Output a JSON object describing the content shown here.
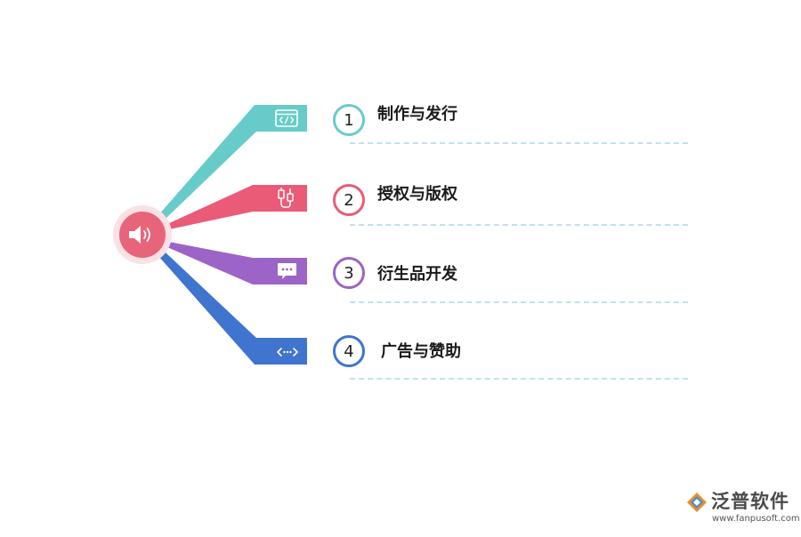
{
  "center": {
    "icon": "speaker-icon",
    "color": "#e8647a",
    "halo": "#fbe1e4"
  },
  "items": [
    {
      "number": "1",
      "label": "制作与发行",
      "color": "#67ccc9",
      "icon": "code-window-icon"
    },
    {
      "number": "2",
      "label": "授权与版权",
      "color": "#e95b77",
      "icon": "cable-connector-icon"
    },
    {
      "number": "3",
      "label": "衍生品开发",
      "color": "#9b64c6",
      "icon": "chat-bubble-icon"
    },
    {
      "number": "4",
      "label": "广告与赞助",
      "color": "#3f74cf",
      "icon": "code-arrows-icon"
    }
  ],
  "divider_color": "#bfe3ea",
  "watermark": {
    "brand": "泛普软件",
    "url": "www.fanpusoft.com"
  }
}
